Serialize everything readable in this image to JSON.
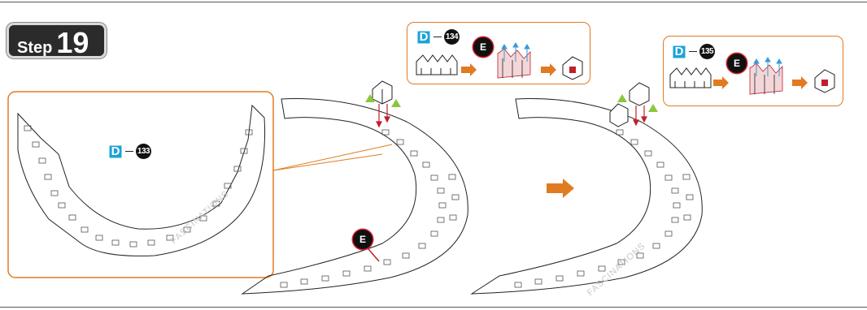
{
  "step": {
    "label": "Step",
    "number": "19"
  },
  "callouts": [
    {
      "part_letter": "D",
      "part_number": "133"
    },
    {
      "part_letter": "D",
      "part_number": "134",
      "step_letter": "E"
    },
    {
      "part_letter": "D",
      "part_number": "135",
      "step_letter": "E"
    }
  ],
  "attach_marker": "E",
  "watermark": "FASCINATIONS",
  "colors": {
    "accent": "#e07b22",
    "part_blue": "#1aa3d8",
    "badge": "#2b2b2b",
    "arrow_red": "#c0202a",
    "triangle": "#8cc63f"
  }
}
